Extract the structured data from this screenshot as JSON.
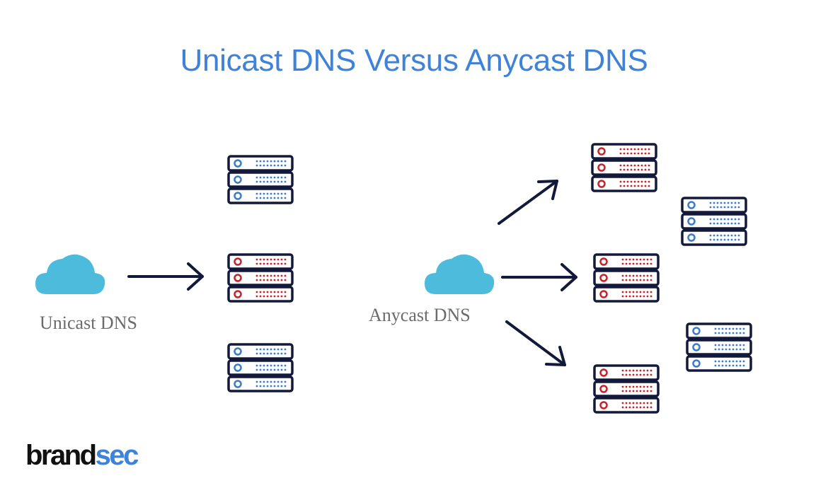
{
  "title": "Unicast DNS Versus Anycast DNS",
  "unicast": {
    "label": "Unicast DNS"
  },
  "anycast": {
    "label": "Anycast DNS"
  },
  "brand": {
    "part1": "brand",
    "part2": "sec"
  },
  "colors": {
    "title": "#3F82D8",
    "cloud": "#4CBBDC",
    "server_outline": "#13193A",
    "server_active": "#C8232C",
    "server_idle": "#3D7CCB",
    "arrow": "#13193A",
    "caption": "#6B6B6B",
    "brand_dark": "#111111",
    "brand_accent": "#3F82D8"
  },
  "icons": {
    "source": "cloud-icon",
    "server": "server-rack-icon",
    "arrow": "arrow-right-icon"
  }
}
